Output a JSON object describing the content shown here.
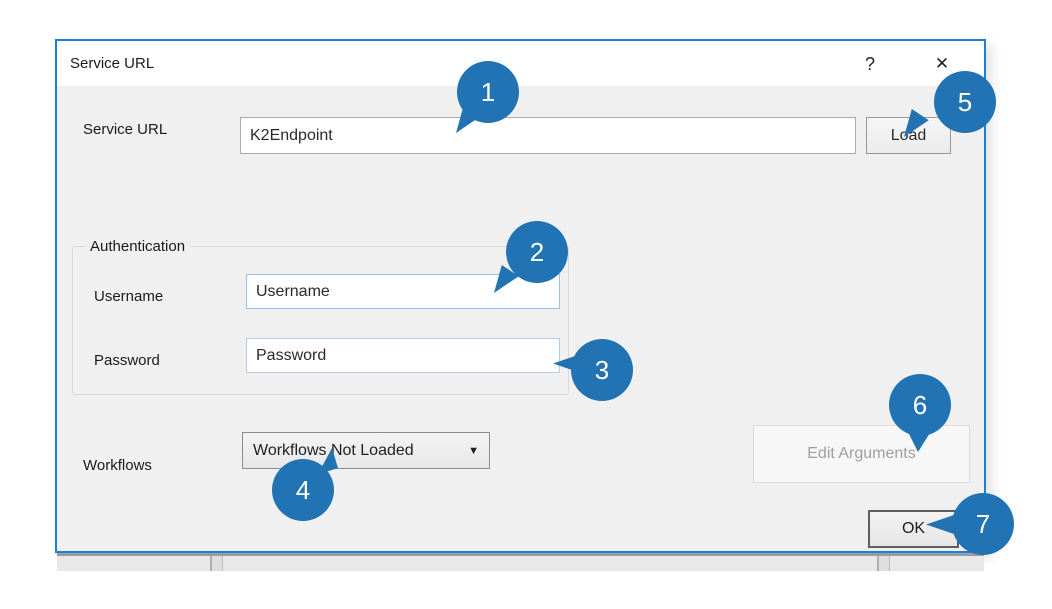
{
  "dialog": {
    "title": "Service URL",
    "help_glyph": "?",
    "close_glyph": "✕",
    "service_url": {
      "label": "Service URL",
      "value": "K2Endpoint",
      "load_button_label": "Load"
    },
    "authentication": {
      "legend": "Authentication",
      "username": {
        "label": "Username",
        "value": "Username"
      },
      "password": {
        "label": "Password",
        "value": "Password"
      }
    },
    "workflows": {
      "label": "Workflows",
      "selected_option": "Workflows Not Loaded",
      "arrow_glyph": "▼"
    },
    "edit_arguments_button_label": "Edit Arguments",
    "ok_button_label": "OK"
  },
  "callouts": [
    {
      "number": "1"
    },
    {
      "number": "2"
    },
    {
      "number": "3"
    },
    {
      "number": "4"
    },
    {
      "number": "5"
    },
    {
      "number": "6"
    },
    {
      "number": "7"
    }
  ],
  "colors": {
    "dialog_border": "#1d80d8",
    "callout_blue": "#2273b4",
    "dialog_background": "#f0f0f0",
    "disabled_text": "#9f9f9f"
  }
}
